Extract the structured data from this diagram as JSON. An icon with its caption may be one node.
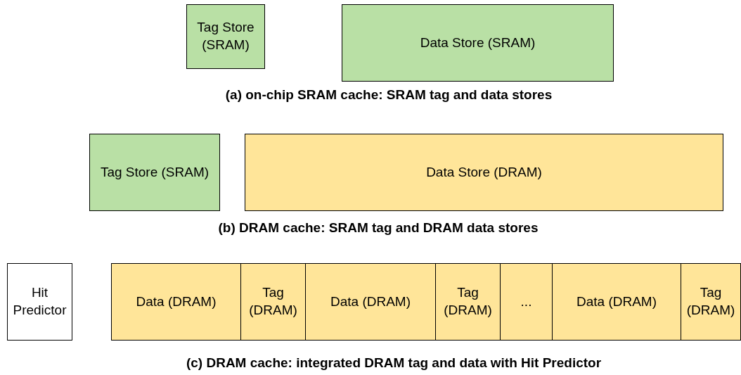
{
  "diagram": {
    "nodes": [
      {
        "text": [
          "Tag Store (SRAM)"
        ]
      },
      {
        "text": [
          "Data Store (SRAM)"
        ]
      },
      {
        "text": [
          "Tag Store (SRAM)"
        ]
      },
      {
        "text": [
          "Data Store (DRAM)"
        ]
      },
      {
        "text": [
          "Hit Predictor"
        ]
      },
      {
        "text": [
          "Data (DRAM)"
        ]
      },
      {
        "text": [
          "Tag (DRAM)"
        ]
      },
      {
        "text": [
          "Data (DRAM)"
        ]
      },
      {
        "text": [
          "Tag (DRAM)"
        ]
      },
      {
        "text": [
          "..."
        ]
      },
      {
        "text": [
          "Data (DRAM)"
        ]
      },
      {
        "text": [
          "Tag (DRAM)"
        ]
      }
    ],
    "labels": [
      "(a) on-chip SRAM cache: SRAM tag and data stores",
      "(b) DRAM cache: SRAM tag and DRAM data stores",
      "(c) DRAM cache: integrated DRAM tag and data with Hit Predictor"
    ]
  }
}
